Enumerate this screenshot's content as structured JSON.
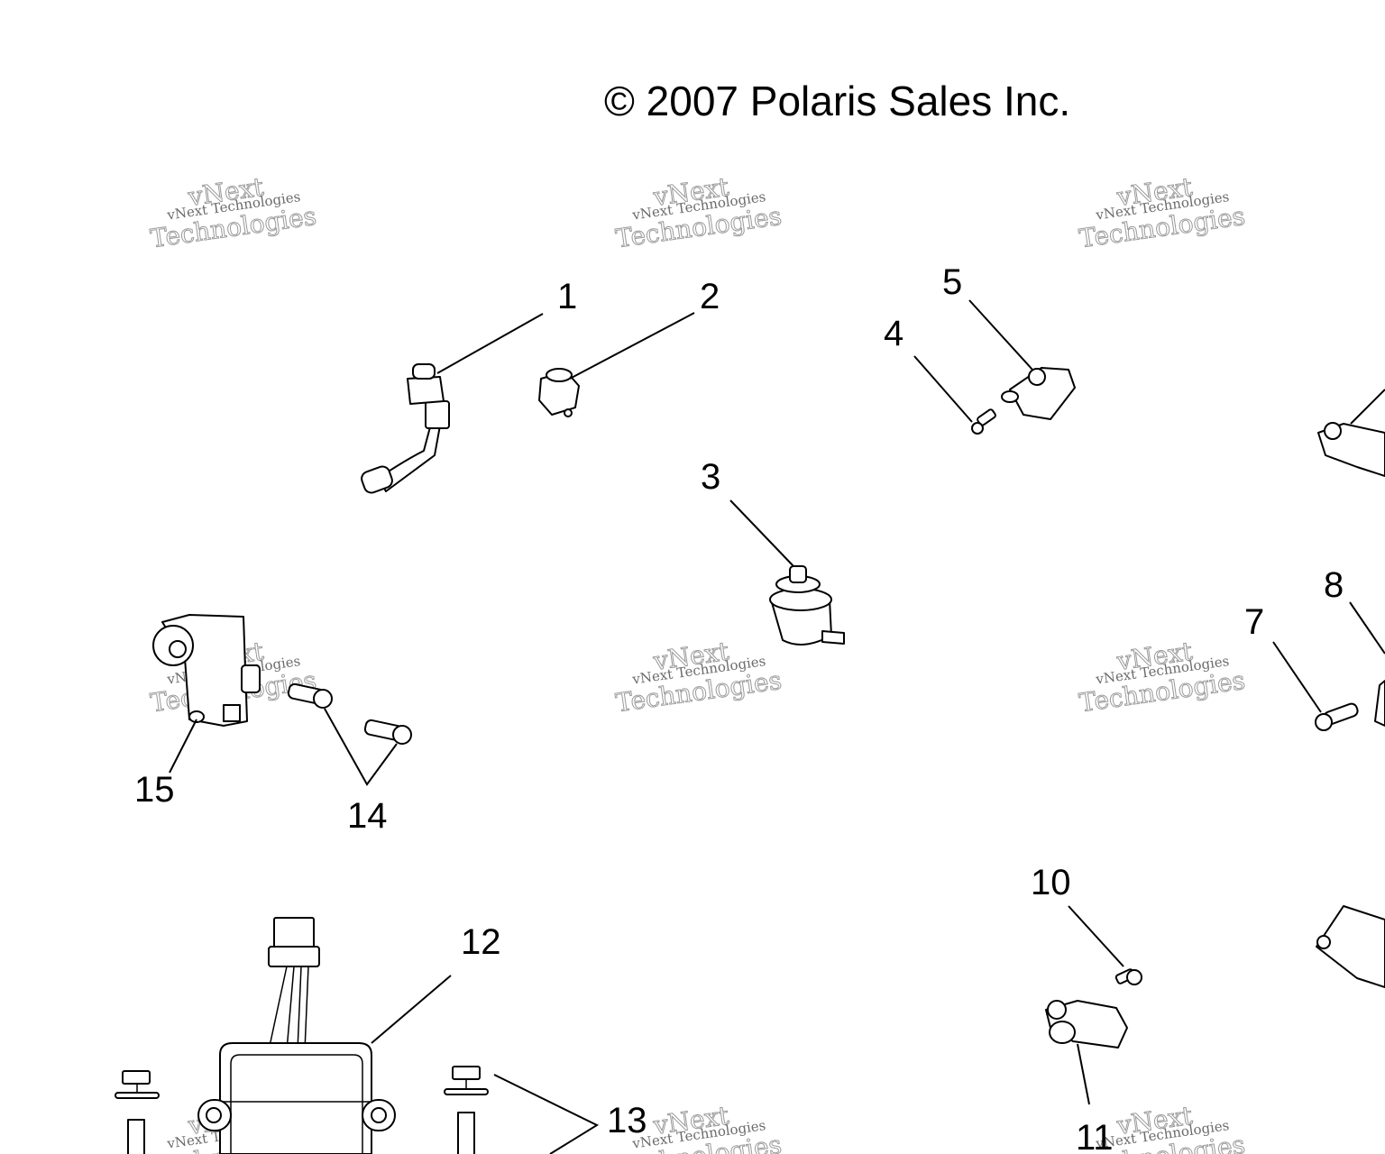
{
  "copyright": "© 2007 Polaris Sales Inc.",
  "watermark": {
    "line1": "vNext",
    "line2": "vNext Technologies",
    "line3": "Technologies"
  },
  "callouts": [
    "1",
    "2",
    "3",
    "4",
    "5",
    "7",
    "8",
    "10",
    "11",
    "12",
    "13",
    "14",
    "15"
  ]
}
